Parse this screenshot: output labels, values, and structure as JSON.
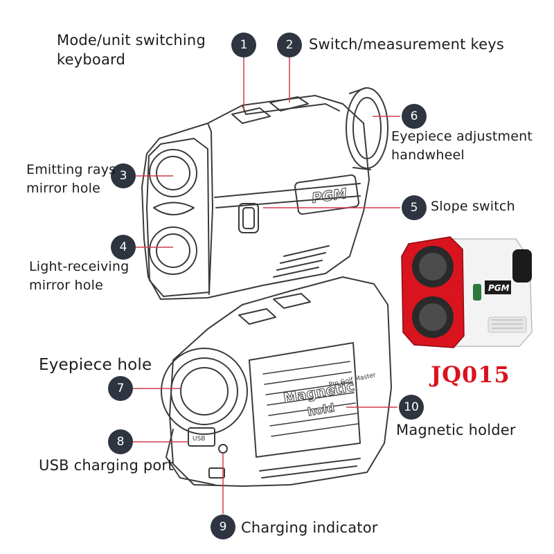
{
  "callouts": [
    {
      "num": "1",
      "text": [
        "Mode/unit switching",
        "keyboard"
      ]
    },
    {
      "num": "2",
      "text": [
        "Switch/measurement keys"
      ]
    },
    {
      "num": "3",
      "text": [
        "Emitting rays",
        "mirror hole"
      ]
    },
    {
      "num": "4",
      "text": [
        "Light-receiving",
        "mirror hole"
      ]
    },
    {
      "num": "5",
      "text": [
        "Slope switch"
      ]
    },
    {
      "num": "6",
      "text": [
        "Eyepiece adjustment",
        "handwheel"
      ]
    },
    {
      "num": "7",
      "text": [
        "Eyepiece hole"
      ]
    },
    {
      "num": "8",
      "text": [
        "USB charging port"
      ]
    },
    {
      "num": "9",
      "text": [
        "Charging indicator"
      ]
    },
    {
      "num": "10",
      "text": [
        "Magnetic holder"
      ]
    }
  ],
  "device_text": {
    "brand": "PGM",
    "magnet_line1": "Magnetic",
    "magnet_line2": "hold",
    "slogan": "Pro Golf Master",
    "usb_mark": "USB"
  },
  "product_model": "JQ015",
  "colors": {
    "accent_red": "#d9141e",
    "badge": "#2e3440",
    "line": "#d03a4a"
  }
}
